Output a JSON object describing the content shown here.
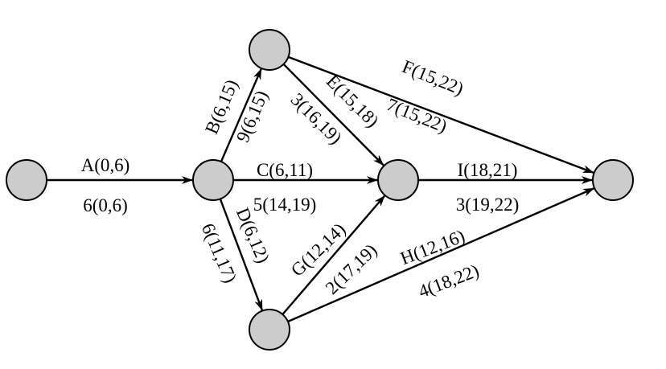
{
  "nodes": [
    {
      "id": "n1"
    },
    {
      "id": "n2"
    },
    {
      "id": "n3"
    },
    {
      "id": "n4"
    },
    {
      "id": "n5"
    },
    {
      "id": "n6"
    }
  ],
  "edges": [
    {
      "id": "A",
      "from": "n1",
      "to": "n2",
      "top": "A(0,6)",
      "bottom": "6(0,6)"
    },
    {
      "id": "B",
      "from": "n2",
      "to": "n3",
      "top": "B(6,15)",
      "bottom": "9(6,15)"
    },
    {
      "id": "C",
      "from": "n2",
      "to": "n4",
      "top": "C(6,11)",
      "bottom": "5(14,19)"
    },
    {
      "id": "D",
      "from": "n2",
      "to": "n5",
      "top": "D(6,12)",
      "bottom": "6(11,17)"
    },
    {
      "id": "E",
      "from": "n3",
      "to": "n4",
      "top": "E(15,18)",
      "bottom": "3(16,19)"
    },
    {
      "id": "F",
      "from": "n3",
      "to": "n6",
      "top": "F(15,22)",
      "bottom": "7(15,22)"
    },
    {
      "id": "G",
      "from": "n5",
      "to": "n4",
      "top": "G(12,14)",
      "bottom": "2(17,19)"
    },
    {
      "id": "H",
      "from": "n5",
      "to": "n6",
      "top": "H(12,16)",
      "bottom": "4(18,22)"
    },
    {
      "id": "I",
      "from": "n4",
      "to": "n6",
      "top": "I(18,21)",
      "bottom": "3(19,22)"
    }
  ]
}
